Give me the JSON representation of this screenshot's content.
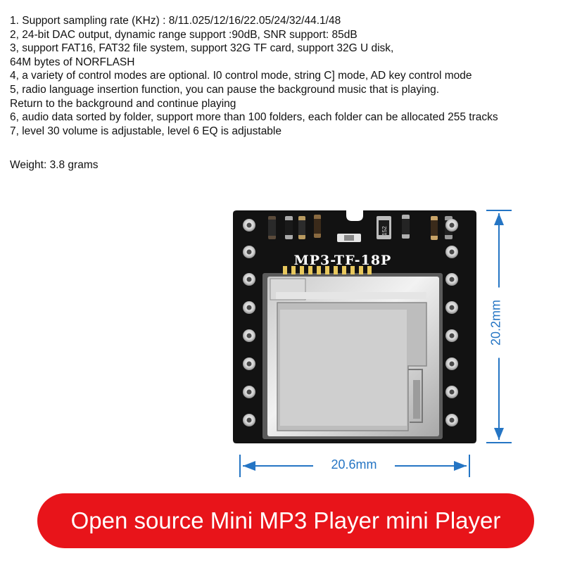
{
  "specs": [
    "1. Support sampling rate (KHz) : 8/11.025/12/16/22.05/24/32/44.1/48",
    "2, 24-bit DAC output, dynamic range support :90dB, SNR support: 85dB",
    "3, support FAT16, FAT32 file system, support 32G TF card, support 32G U disk,",
    "64M bytes of NORFLASH",
    "4, a variety of control modes are optional. I0 control mode, string C] mode, AD key control mode",
    "5, radio language insertion function, you can pause the background music that is playing.",
    "Return to the background and continue playing",
    "6, audio data sorted by folder, support more than 100 folders, each folder can be allocated 255 tracks",
    "7, level 30 volume is adjustable, level 6 EQ is adjustable"
  ],
  "weight": "Weight: 3.8 grams",
  "board": {
    "silkscreen": "MP3-TF-18P",
    "chip_label": "152"
  },
  "dimensions": {
    "width": "20.6mm",
    "height": "20.2mm"
  },
  "banner": "Open source Mini MP3 Player mini Player",
  "colors": {
    "dimension": "#2575c4",
    "banner_bg": "#e8141a",
    "board": "#121212"
  }
}
